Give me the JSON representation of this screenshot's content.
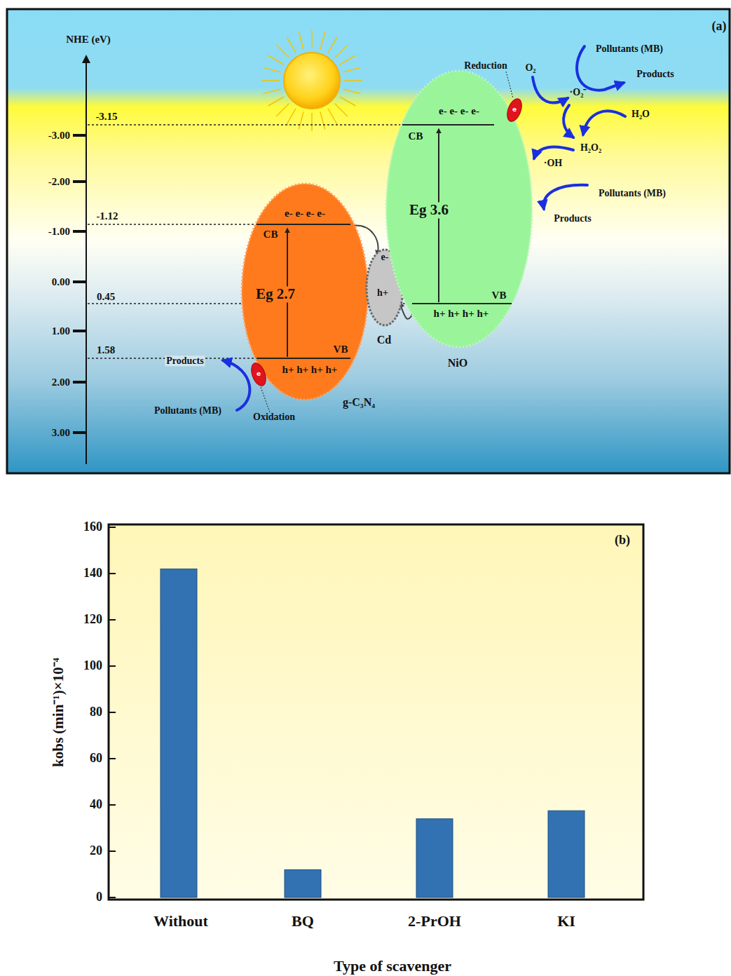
{
  "diagram": {
    "nodes": [
      {
        "text": [
          "e- e- e- e-",
          "CB",
          "Eg 2.7",
          "VB",
          "h+ h+ h+ h+",
          "g-C₃N₄"
        ]
      },
      {
        "text": [
          "e-",
          "h+",
          "Cd"
        ]
      },
      {
        "text": [
          "e- e- e- e-",
          "CB",
          "Eg 3.6",
          "VB",
          "h+ h+ h+ h+",
          "NiO"
        ]
      },
      {
        "text": [
          "e"
        ]
      },
      {
        "text": [
          "e"
        ]
      }
    ],
    "edges": [
      {
        "from": 0,
        "to": 1,
        "arrow": "to"
      },
      {
        "from": 2,
        "to": 1,
        "arrow": "to"
      }
    ],
    "labels": [
      "(a)",
      "NHE (eV)",
      "-3.00",
      "-2.00",
      "-1.00",
      "0.00",
      "1.00",
      "2.00",
      "3.00",
      "-3.15",
      "-1.12",
      "0.45",
      "1.58",
      "Reduction",
      "O₂",
      "·O₂⁻",
      "Pollutants (MB)",
      "Products",
      "H₂O",
      "H₂O₂",
      "·OH",
      "Pollutants (MB)",
      "Products",
      "Products",
      "Pollutants (MB)",
      "Oxidation",
      "(b)",
      "0",
      "20",
      "40",
      "60",
      "80",
      "100",
      "120",
      "140",
      "160",
      "kobs (min⁻¹)×10⁻⁴",
      "Without",
      "BQ",
      "2-PrOH",
      "KI",
      "Type of scavenger"
    ]
  }
}
